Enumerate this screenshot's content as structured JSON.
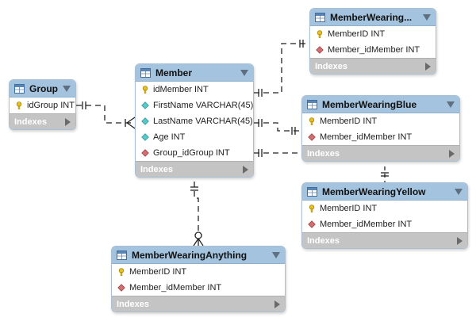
{
  "tables": [
    {
      "id": "group",
      "title": "Group",
      "columns": [
        {
          "label": "idGroup INT",
          "icon": "key-icon"
        }
      ],
      "footer": "Indexes"
    },
    {
      "id": "member",
      "title": "Member",
      "columns": [
        {
          "label": "idMember INT",
          "icon": "key-icon"
        },
        {
          "label": "FirstName VARCHAR(45)",
          "icon": "column-icon"
        },
        {
          "label": "LastName VARCHAR(45)",
          "icon": "column-icon"
        },
        {
          "label": "Age INT",
          "icon": "column-icon"
        },
        {
          "label": "Group_idGroup INT",
          "icon": "foreign-key-icon"
        }
      ],
      "footer": "Indexes"
    },
    {
      "id": "member-wearing",
      "title": "MemberWearing...",
      "columns": [
        {
          "label": "MemberID INT",
          "icon": "key-icon"
        },
        {
          "label": "Member_idMember INT",
          "icon": "foreign-key-icon"
        }
      ],
      "footer": "Indexes"
    },
    {
      "id": "member-wearing-blue",
      "title": "MemberWearingBlue",
      "columns": [
        {
          "label": "MemberID INT",
          "icon": "key-icon"
        },
        {
          "label": "Member_idMember INT",
          "icon": "foreign-key-icon"
        }
      ],
      "footer": "Indexes"
    },
    {
      "id": "member-wearing-yellow",
      "title": "MemberWearingYellow",
      "columns": [
        {
          "label": "MemberID INT",
          "icon": "key-icon"
        },
        {
          "label": "Member_idMember INT",
          "icon": "foreign-key-icon"
        }
      ],
      "footer": "Indexes"
    },
    {
      "id": "member-wearing-anything",
      "title": "MemberWearingAnything",
      "columns": [
        {
          "label": "MemberID INT",
          "icon": "key-icon"
        },
        {
          "label": "Member_idMember INT",
          "icon": "foreign-key-icon"
        }
      ],
      "footer": "Indexes"
    }
  ],
  "relationships": [
    {
      "name": "group-member",
      "from": "group",
      "to": "member",
      "from_end": "one",
      "to_end": "one-or-many"
    },
    {
      "name": "member-memberwearing",
      "from": "member",
      "to": "member-wearing",
      "from_end": "one",
      "to_end": "one"
    },
    {
      "name": "member-memberwearingblue",
      "from": "member",
      "to": "member-wearing-blue",
      "from_end": "one",
      "to_end": "one"
    },
    {
      "name": "member-memberwearingyellow",
      "from": "member",
      "to": "member-wearing-yellow",
      "from_end": "one",
      "to_end": "one"
    },
    {
      "name": "member-memberwearinganything",
      "from": "member",
      "to": "member-wearing-anything",
      "from_end": "one",
      "to_end": "zero-or-many"
    }
  ],
  "colors": {
    "header": "#a3c3de",
    "footer": "#c4c4c4",
    "key": "#e8c020",
    "column": "#58c8c8",
    "foreign_key": "#d07070",
    "line": "#222222"
  }
}
